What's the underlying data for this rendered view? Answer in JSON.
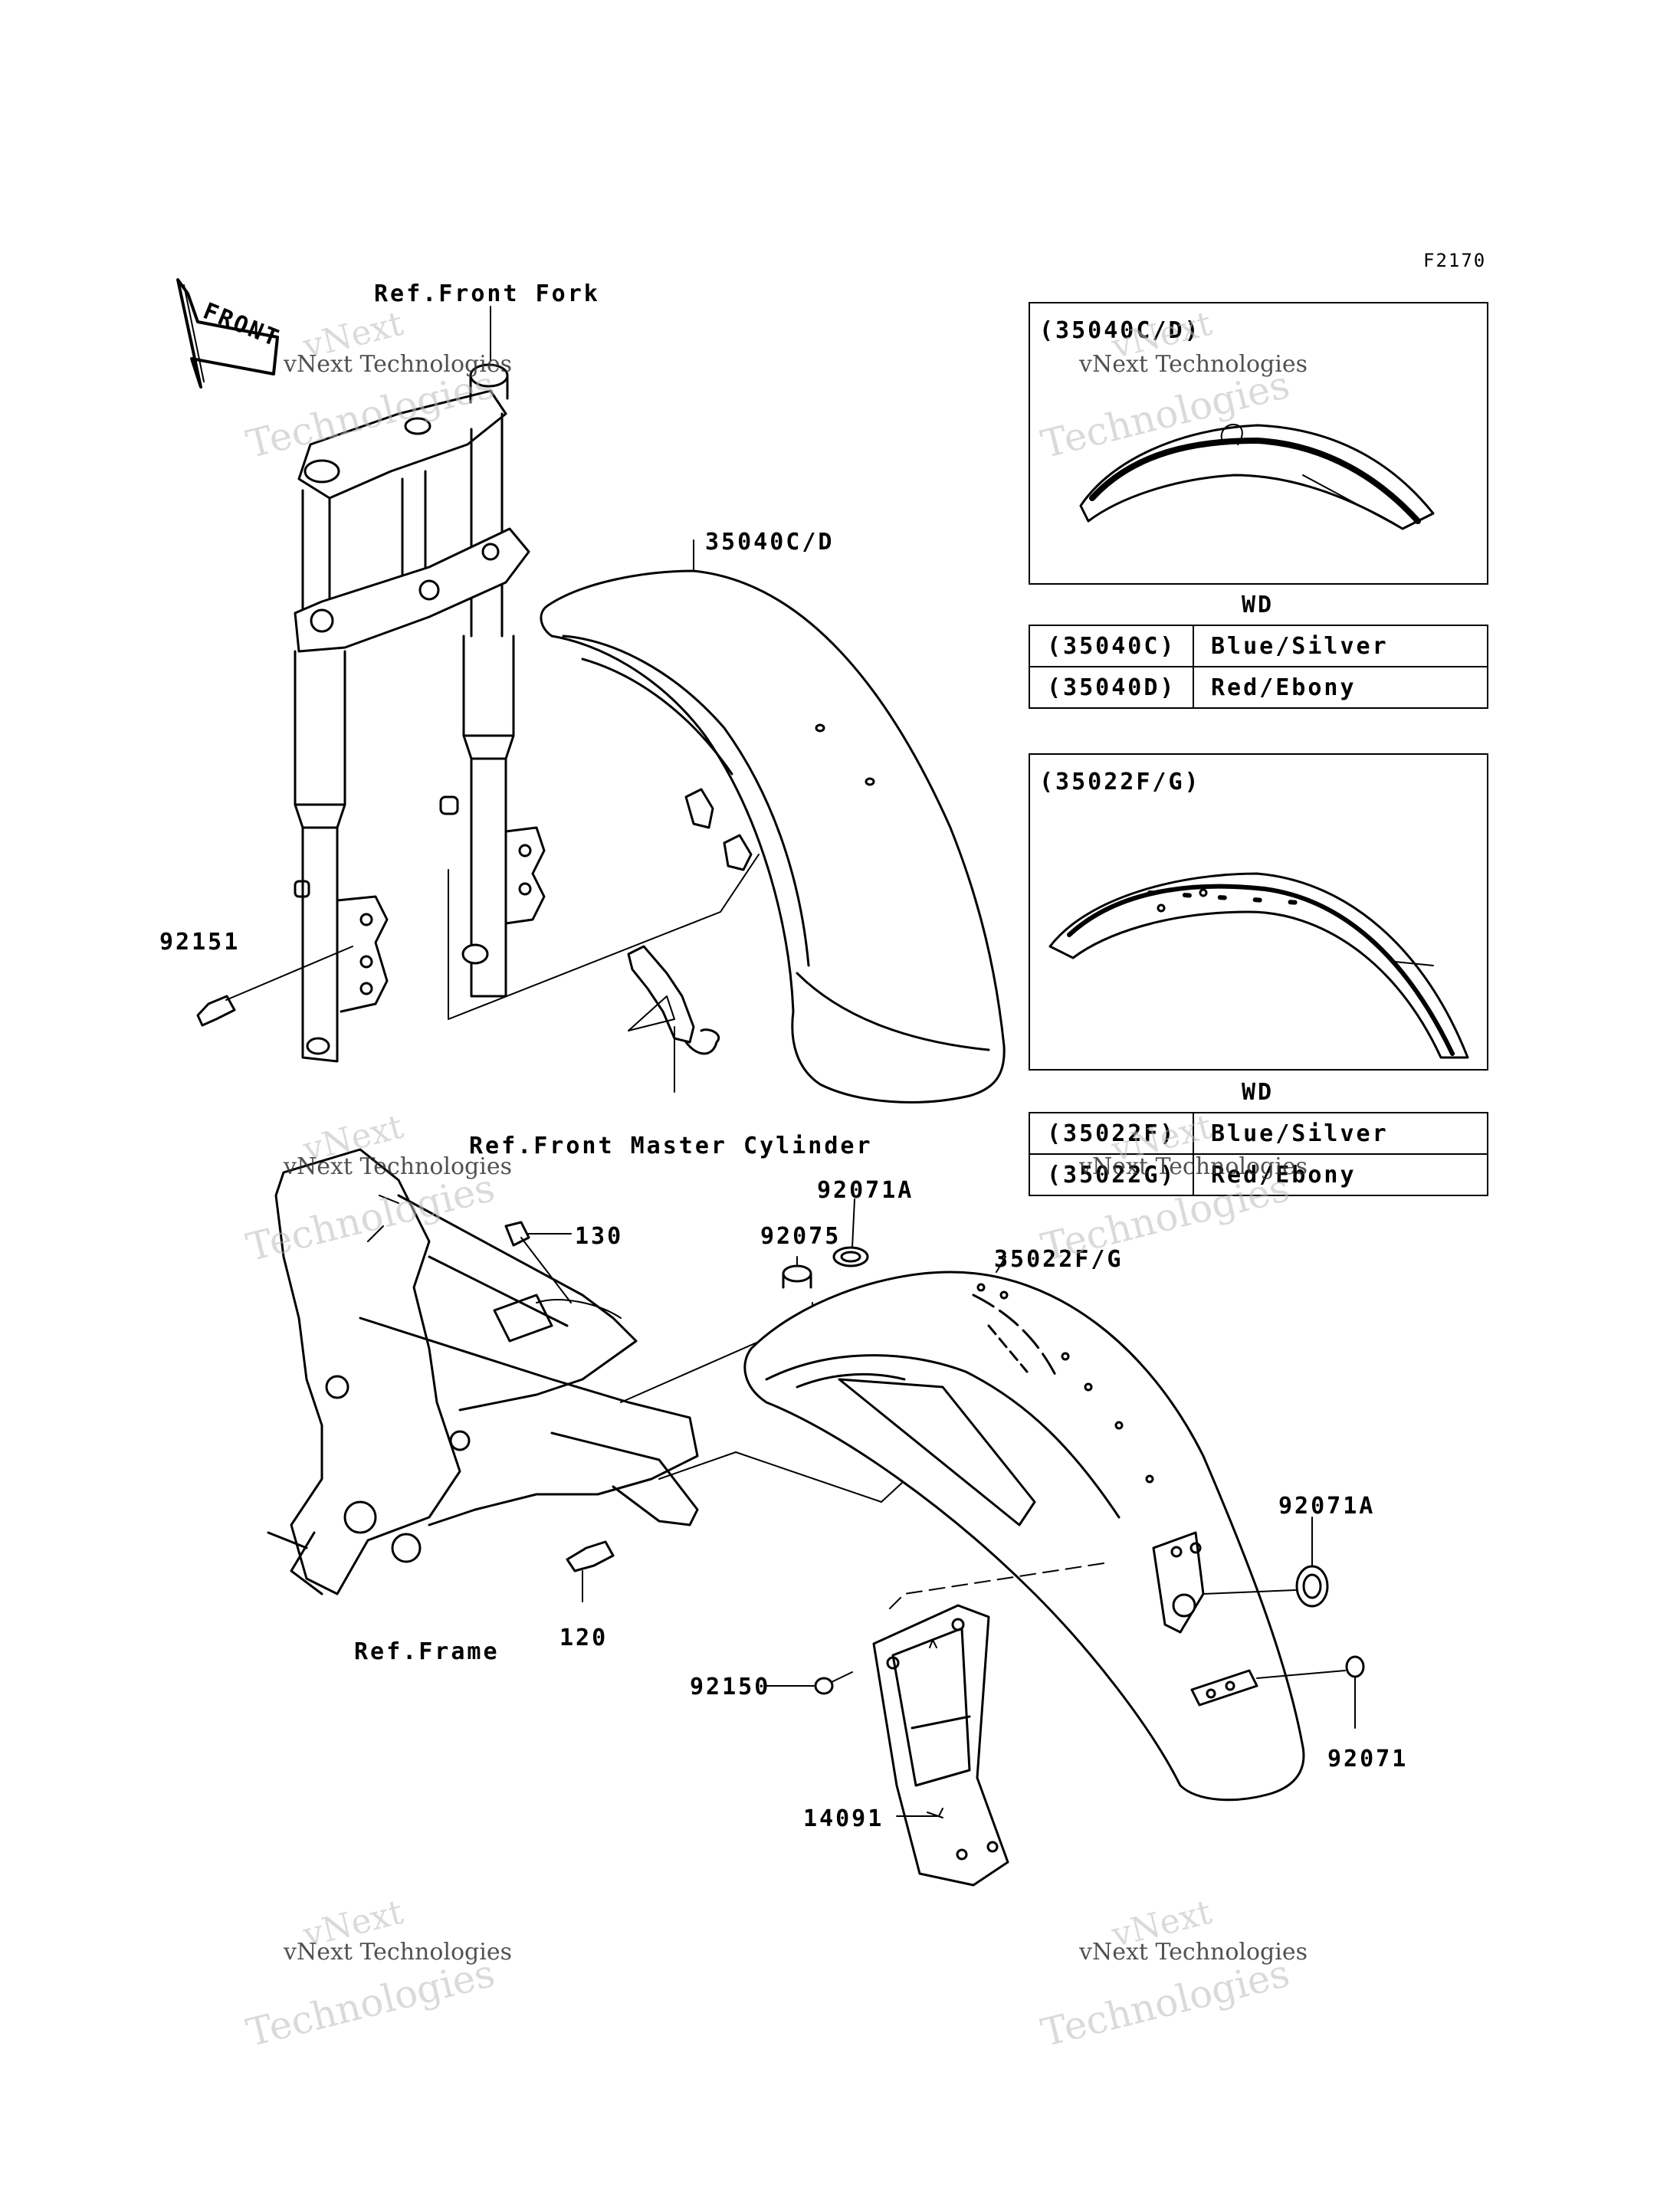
{
  "figure_code": "F2170",
  "front_marker": "FRONT",
  "refs": {
    "front_fork": "Ref.Front Fork",
    "front_master_cylinder": "Ref.Front Master Cylinder",
    "frame": "Ref.Frame"
  },
  "callouts": {
    "p35040": "35040C/D",
    "p35022": "35022F/G",
    "p92151": "92151",
    "p130": "130",
    "p92075": "92075",
    "p92071A_top": "92071A",
    "p92071A_right": "92071A",
    "p120": "120",
    "p92150": "92150",
    "p92071": "92071",
    "p14091": "14091"
  },
  "variant_boxes": [
    {
      "title": "(35040C/D)",
      "table_header": "WD",
      "rows": [
        {
          "code": "(35040C)",
          "color": "Blue/Silver"
        },
        {
          "code": "(35040D)",
          "color": "Red/Ebony"
        }
      ]
    },
    {
      "title": "(35022F/G)",
      "table_header": "WD",
      "rows": [
        {
          "code": "(35022F)",
          "color": "Blue/Silver"
        },
        {
          "code": "(35022G)",
          "color": "Red/Ebony"
        }
      ]
    }
  ],
  "watermark": {
    "line1": "vNext",
    "line2": "vNext Technologies",
    "line3": "Technologies"
  }
}
